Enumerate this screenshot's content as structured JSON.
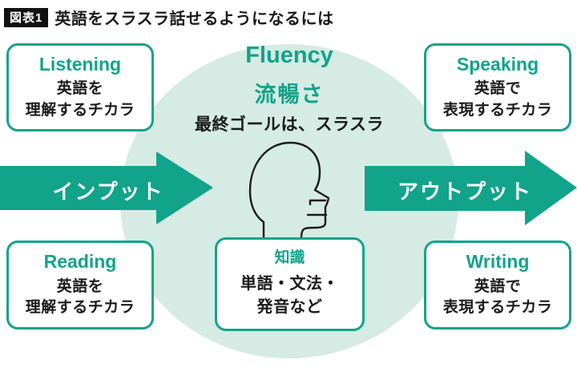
{
  "header": {
    "badge": "図表1",
    "title": "英語をスラスラ話せるようになるには"
  },
  "center": {
    "fluency_en": "Fluency",
    "fluency_ja": "流暢さ",
    "goal_note": "最終ゴールは、スラスラ"
  },
  "arrows": {
    "input": "インプット",
    "output": "アウトプット"
  },
  "boxes": {
    "listening": {
      "title": "Listening",
      "line1": "英語を",
      "line2": "理解するチカラ"
    },
    "speaking": {
      "title": "Speaking",
      "line1": "英語で",
      "line2": "表現するチカラ"
    },
    "reading": {
      "title": "Reading",
      "line1": "英語を",
      "line2": "理解するチカラ"
    },
    "writing": {
      "title": "Writing",
      "line1": "英語で",
      "line2": "表現するチカラ"
    },
    "knowledge": {
      "title": "知識",
      "line1": "単語・文法・",
      "line2": "発音など"
    }
  },
  "icons": {
    "head": "head-profile-icon"
  },
  "colors": {
    "teal": "#12A38B",
    "light_teal": "#D5EBE3",
    "arrow_text": "#FFFFFF",
    "text_black": "#1A1A1A",
    "badge_bg": "#111111"
  }
}
